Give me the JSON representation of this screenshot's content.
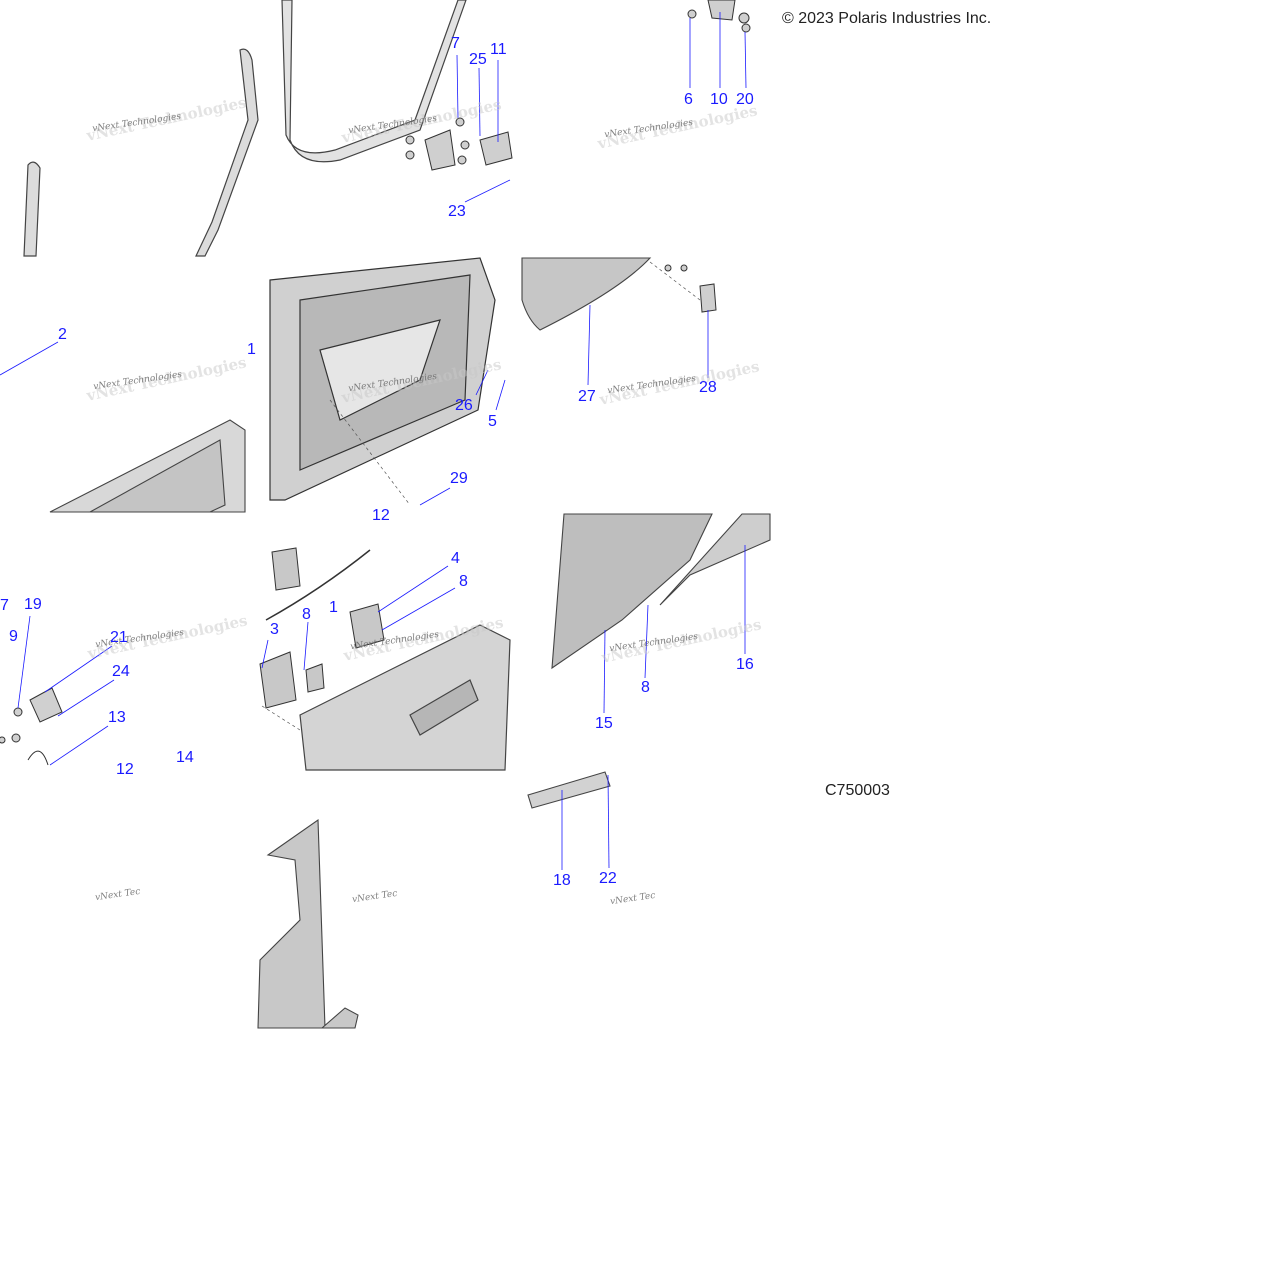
{
  "copyright": "© 2023 Polaris Industries Inc.",
  "figure_code": "C750003",
  "watermark": "vNext Technologies",
  "watermark_partial": "vNext Tec",
  "colors": {
    "callout": "#1a1aff",
    "part_fill": "#d4d4d4",
    "part_dark": "#a8a8a8",
    "line": "#333333"
  },
  "callouts": [
    "7",
    "25",
    "11",
    "6",
    "10",
    "20",
    "23",
    "2",
    "1",
    "26",
    "5",
    "27",
    "28",
    "29",
    "12",
    "4",
    "8",
    "1",
    "3",
    "8",
    "7",
    "19",
    "9",
    "21",
    "24",
    "13",
    "12",
    "14",
    "8",
    "15",
    "16",
    "18",
    "22"
  ]
}
